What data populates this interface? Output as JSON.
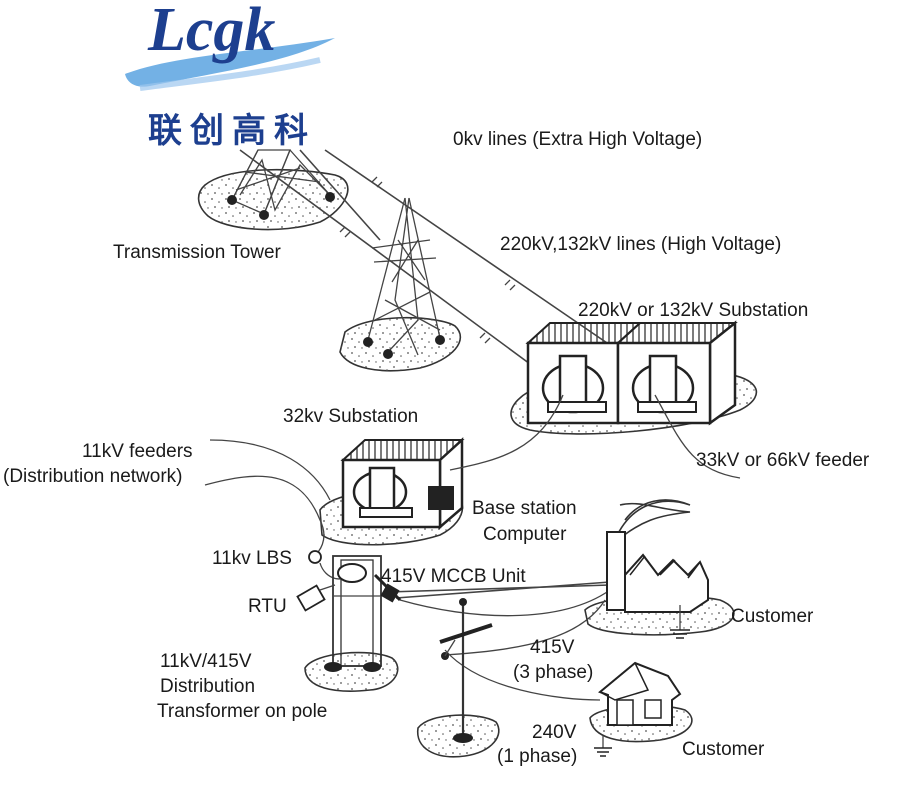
{
  "logo": {
    "latin": "Lcgk",
    "chinese": "联创高科",
    "colors": {
      "primary": "#1d3f8f",
      "swoosh": "#5aa3e0"
    }
  },
  "labels": {
    "ehv_lines": "0kv lines (Extra High Voltage)",
    "transmission_tower": "Transmission Tower",
    "hv_lines": "220kV,132kV lines (High Voltage)",
    "hv_substation": "220kV or 132kV Substation",
    "substation_32kv": "32kv Substation",
    "feeders_11kv": "11kV feeders",
    "distribution_network": "(Distribution network)",
    "feeder_33_66": "33kV or 66kV feeder",
    "base_station": "Base station",
    "computer": "Computer",
    "lbs": "11kv LBS",
    "mccb": "415V MCCB Unit",
    "rtu": "RTU",
    "customer_factory": "Customer",
    "v415": "415V",
    "three_phase": "(3 phase)",
    "transformer_ratio": "11kV/415V",
    "distribution": "Distribution",
    "transformer_on_pole": "Transformer on pole",
    "v240": "240V",
    "one_phase": "(1 phase)",
    "customer_house": "Customer"
  }
}
